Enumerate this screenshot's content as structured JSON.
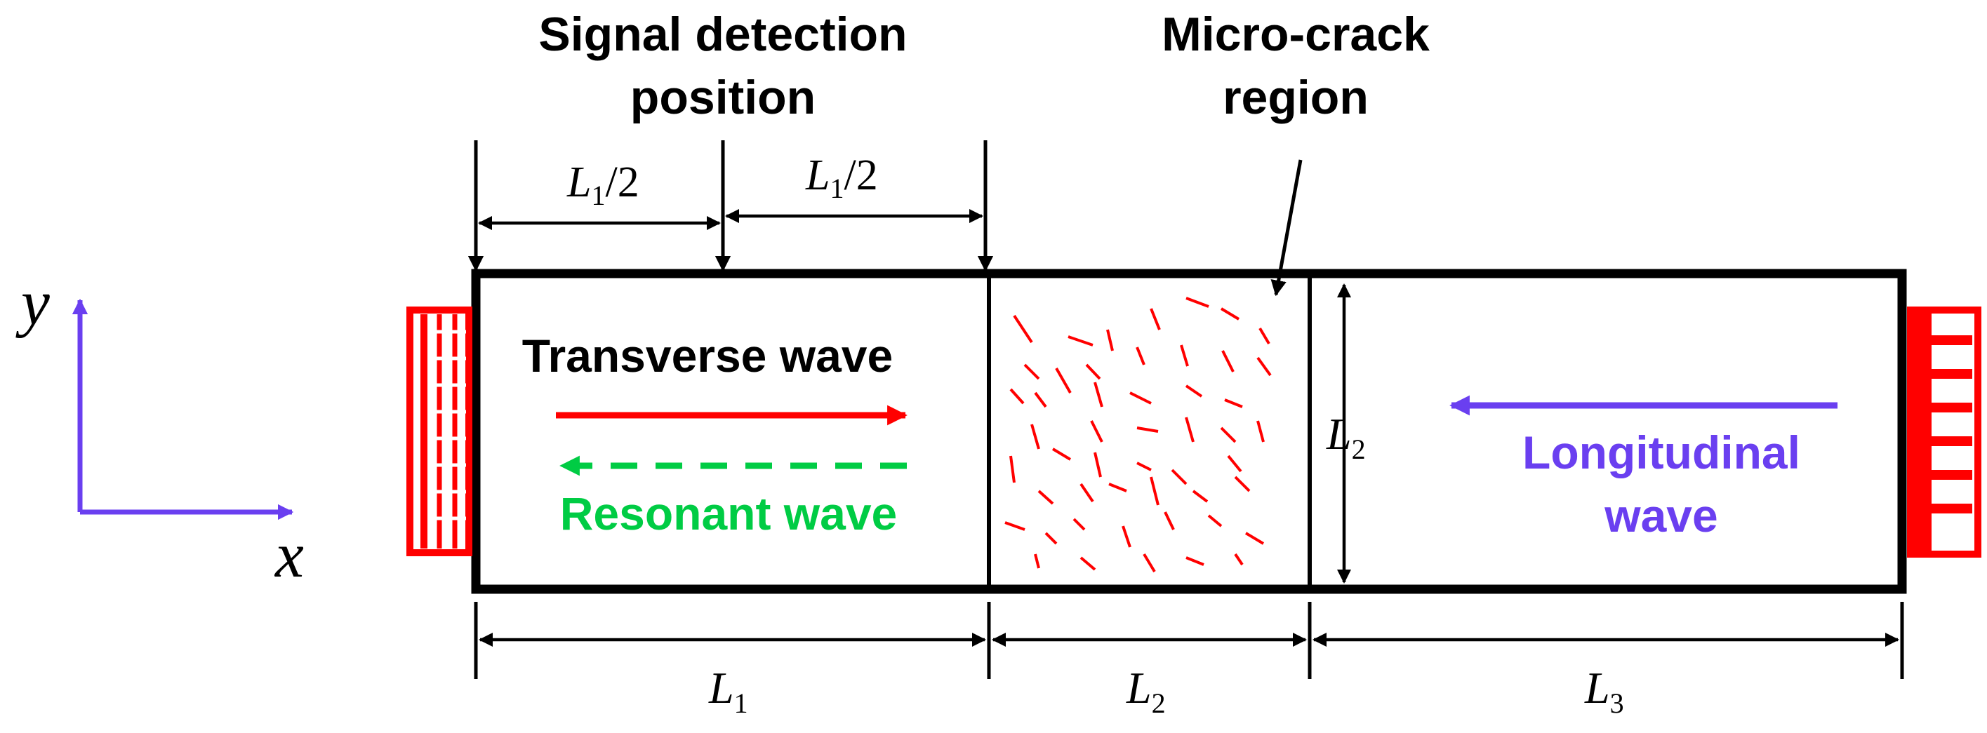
{
  "labels": {
    "signal_detection_line1": "Signal detection",
    "signal_detection_line2": "position",
    "micro_crack_line1": "Micro-crack",
    "micro_crack_line2": "region",
    "transverse_wave": "Transverse wave",
    "resonant_wave": "Resonant wave",
    "longitudinal_line1": "Longitudinal",
    "longitudinal_line2": "wave"
  },
  "dimensions": {
    "half_L1_var": "L",
    "half_L1_sub": "1",
    "half_L1_suffix": "/2",
    "L1_var": "L",
    "L1_sub": "1",
    "L2_var": "L",
    "L2_sub": "2",
    "L3_var": "L",
    "L3_sub": "3"
  },
  "axes": {
    "x_label": "x",
    "y_label": "y"
  },
  "colors": {
    "transverse": "#ff0000",
    "resonant": "#00cc44",
    "longitudinal": "#6a3ff0",
    "axis": "#6a3ff0",
    "transducer": "#ff0000",
    "crack": "#ff0000",
    "outline": "#000000"
  }
}
